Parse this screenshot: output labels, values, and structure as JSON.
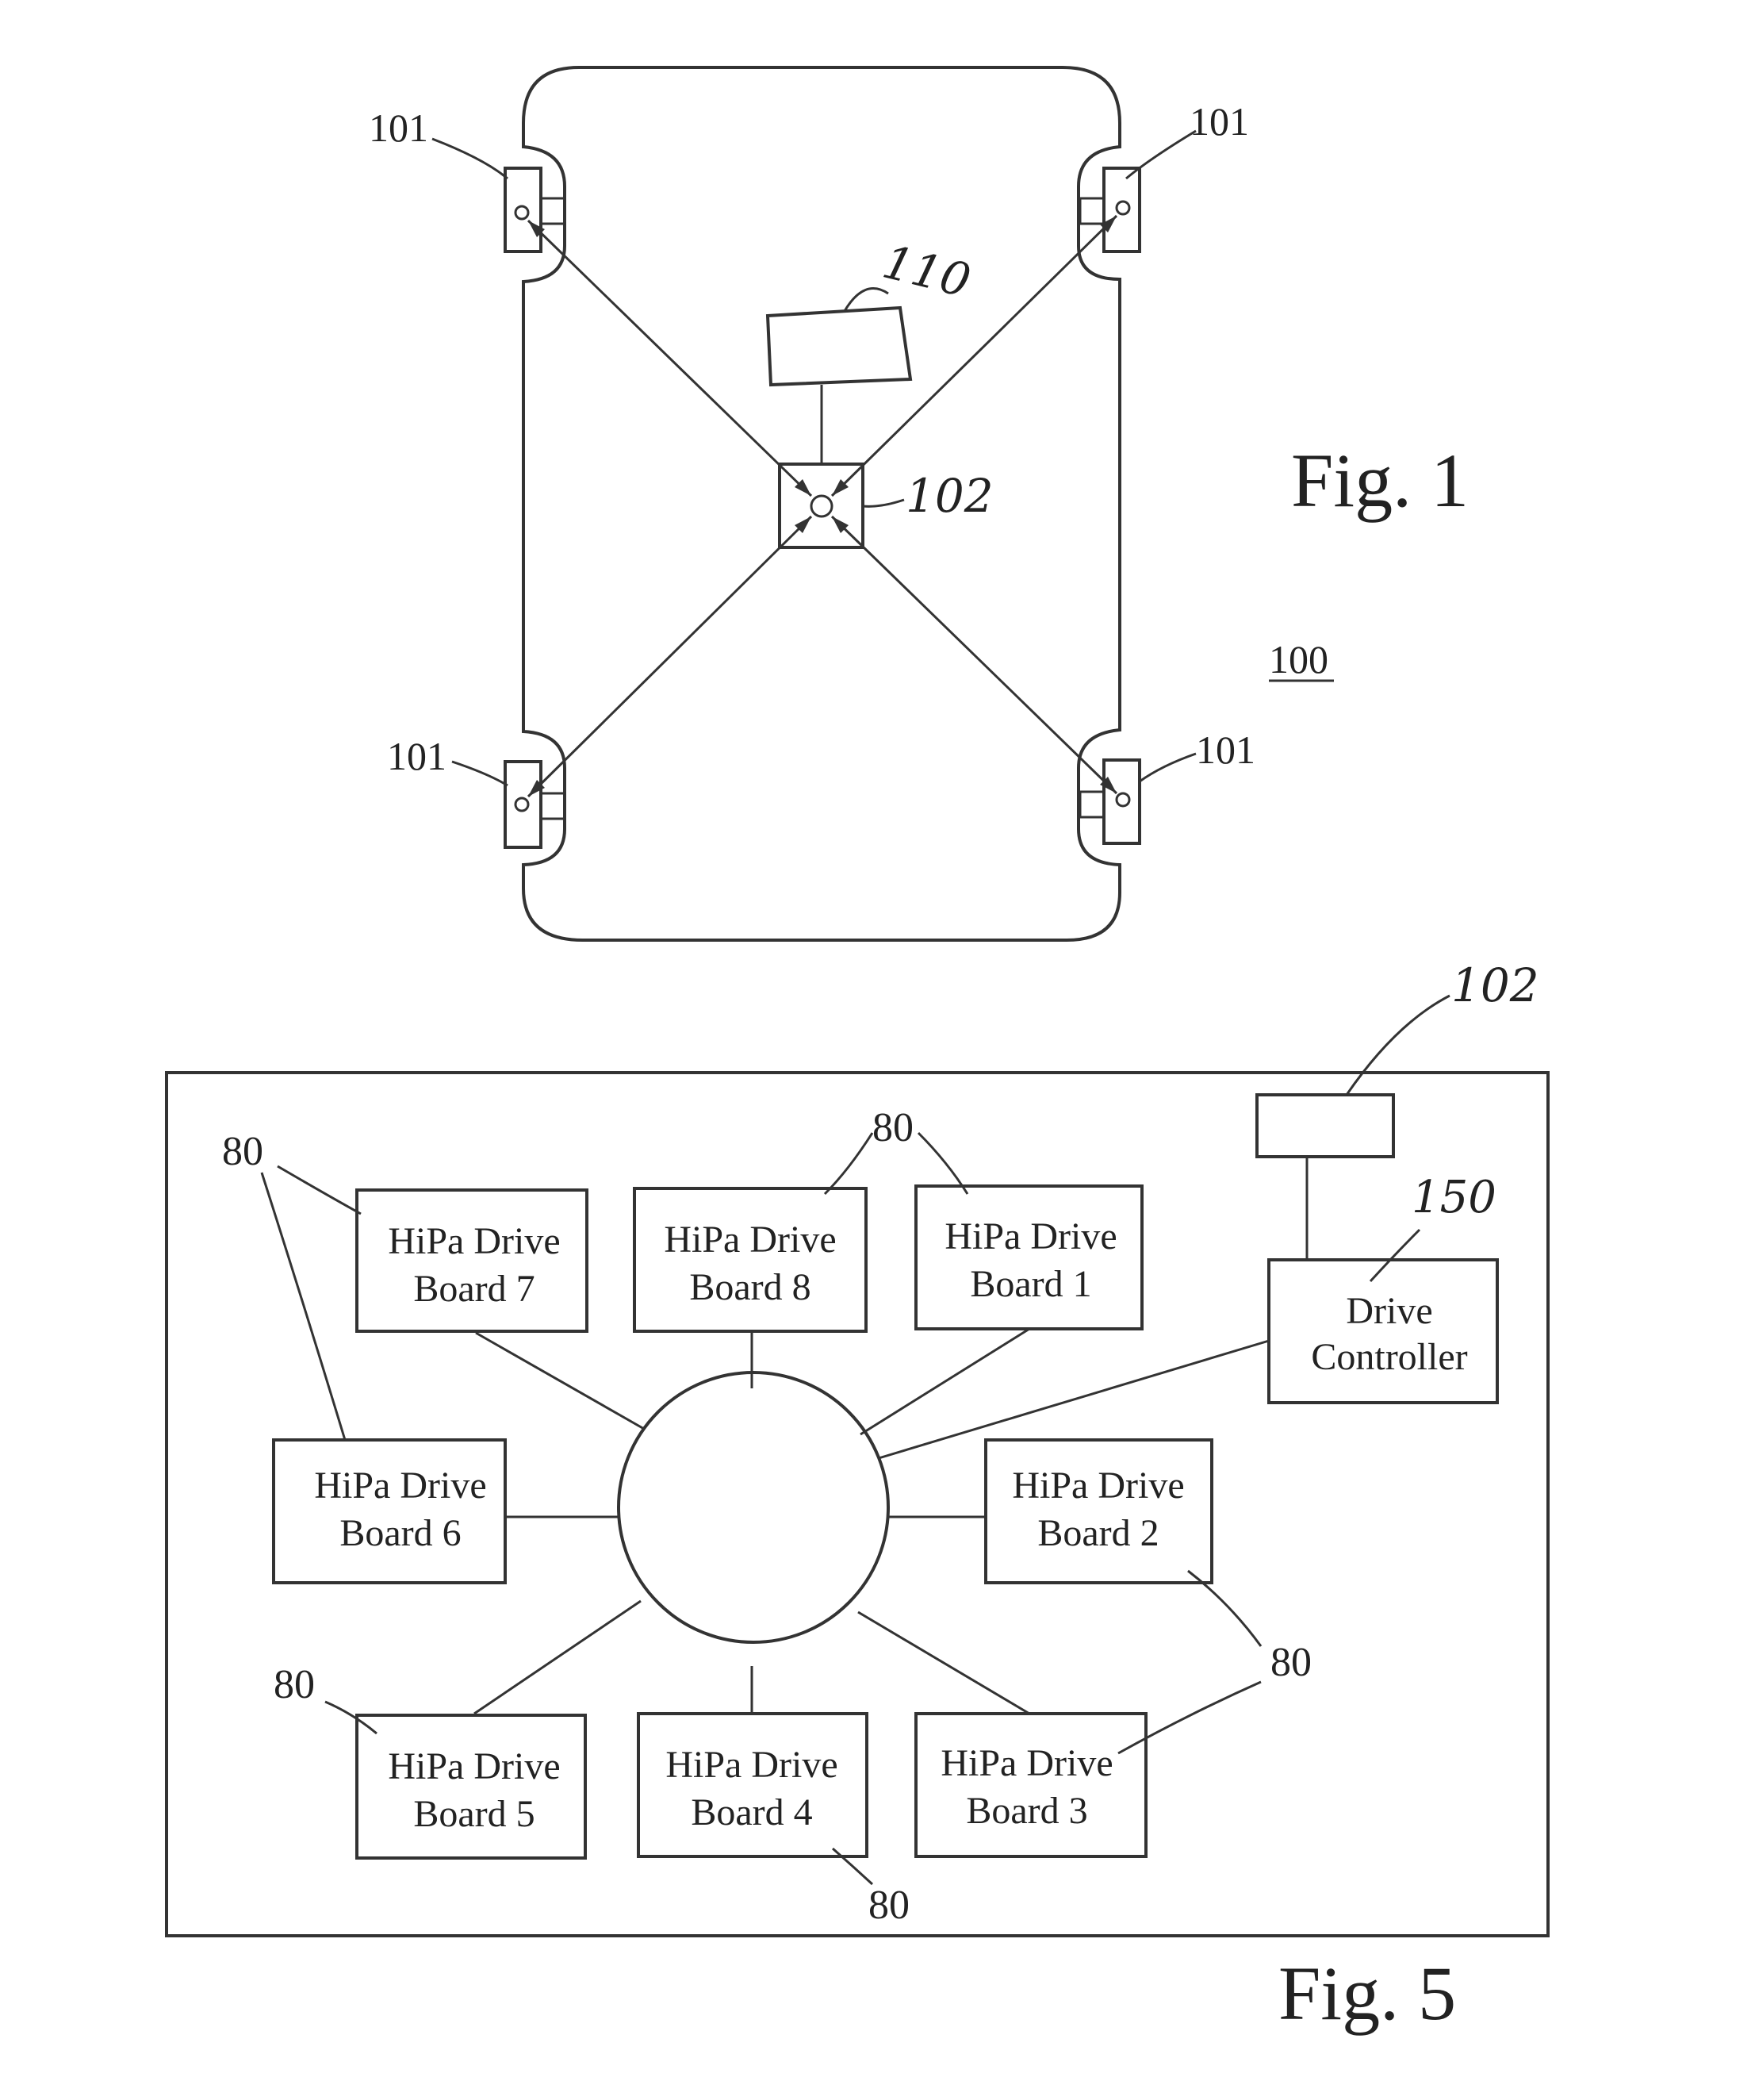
{
  "figure1": {
    "caption": "Fig. 1",
    "assembly_label": "100",
    "corner_label": "101",
    "hub_label": "102",
    "box_label": "110"
  },
  "figure5": {
    "caption": "Fig. 5",
    "board_ref": "80",
    "controller_ref": "150",
    "sensor_ref": "102",
    "controller": {
      "line1": "Drive",
      "line2": "Controller"
    },
    "boards": [
      {
        "line1": "HiPa Drive",
        "line2": "Board 7"
      },
      {
        "line1": "HiPa Drive",
        "line2": "Board 8"
      },
      {
        "line1": "HiPa Drive",
        "line2": "Board 1"
      },
      {
        "line1": "HiPa Drive",
        "line2": "Board 6"
      },
      {
        "line1": "HiPa Drive",
        "line2": "Board 2"
      },
      {
        "line1": "HiPa Drive",
        "line2": "Board 5"
      },
      {
        "line1": "HiPa Drive",
        "line2": "Board 4"
      },
      {
        "line1": "HiPa Drive",
        "line2": "Board 3"
      }
    ]
  }
}
